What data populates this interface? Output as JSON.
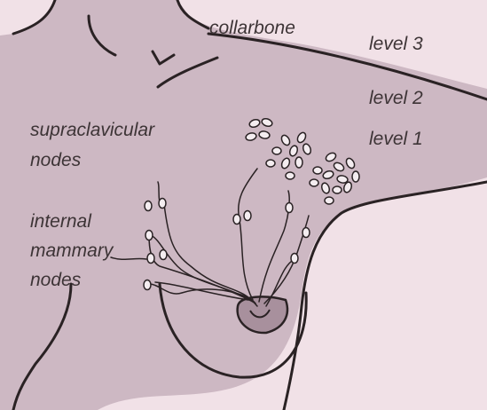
{
  "labels": {
    "collarbone": "collarbone",
    "level_3": "level 3",
    "level_2": "level 2",
    "level_1": "level 1",
    "supraclavicular": [
      "supraclavicular",
      "nodes"
    ],
    "internal_mammary": [
      "internal",
      "mammary",
      "nodes"
    ]
  },
  "colors": {
    "background": "#f1e1e7",
    "skin": "#cdb8c3",
    "outline": "#2a2224",
    "node_fill": "#f4edf0",
    "nipple": "#a8909d",
    "text": "#3d3436"
  }
}
